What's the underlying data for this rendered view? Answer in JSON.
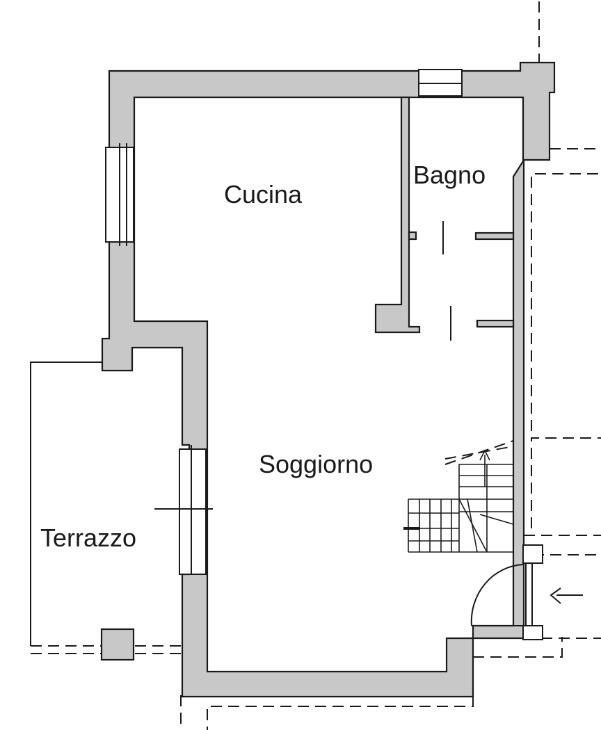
{
  "plan": {
    "rooms": [
      {
        "key": "cucina",
        "label": "Cucina"
      },
      {
        "key": "bagno",
        "label": "Bagno"
      },
      {
        "key": "soggiorno",
        "label": "Soggiorno"
      },
      {
        "key": "terrazzo",
        "label": "Terrazzo"
      }
    ],
    "colors": {
      "wall_fill": "#c8c8c8",
      "line": "#1a1a1a",
      "background": "#ffffff"
    },
    "icons": {
      "entrance": "arrow-left-icon",
      "door": "door-swing-icon",
      "stairs": "staircase-icon"
    }
  }
}
